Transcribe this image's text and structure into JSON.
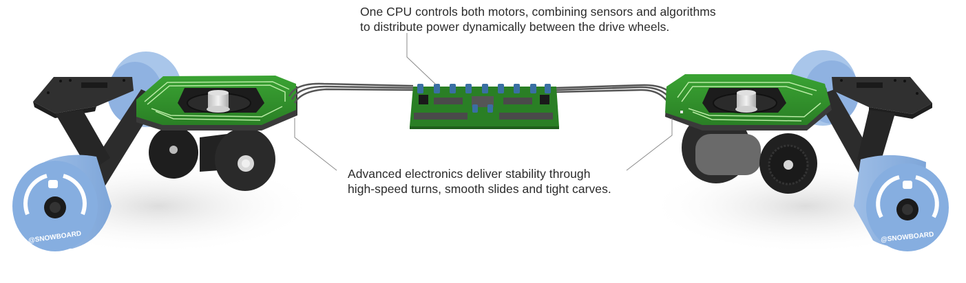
{
  "captions": {
    "cpu": {
      "lines": [
        "One CPU controls both motors, combining sensors and algorithms",
        "to distribute power dynamically between the drive wheels."
      ],
      "points_to": "central-control-board"
    },
    "stability": {
      "lines": [
        "Advanced electronics deliver stability through",
        "high-speed turns, smooth slides and tight carves."
      ],
      "points_to": [
        "left-motor-board",
        "right-motor-board"
      ]
    }
  },
  "product": {
    "brand": "SNOWBOARD",
    "wheel_logo_text": "@SNOWBOARD",
    "components": [
      "left-truck-baseplate",
      "left-front-wheel",
      "left-rear-wheel",
      "left-motor-board",
      "left-motor-assembly",
      "central-control-board",
      "right-motor-board",
      "right-motor-assembly",
      "right-truck-baseplate",
      "right-front-wheel",
      "right-rear-wheel"
    ]
  },
  "colors": {
    "caption_text": "#2b2b2b",
    "leader_line": "#8a8a8a",
    "pcb_green": "#2f8f2a",
    "pcb_trace": "#b8eaa4",
    "wheel_blue": "#86aee0",
    "hardware_black": "#2a2a2a",
    "capacitor_blue": "#3a6fa3",
    "chip_gray": "#4a4a4a"
  }
}
